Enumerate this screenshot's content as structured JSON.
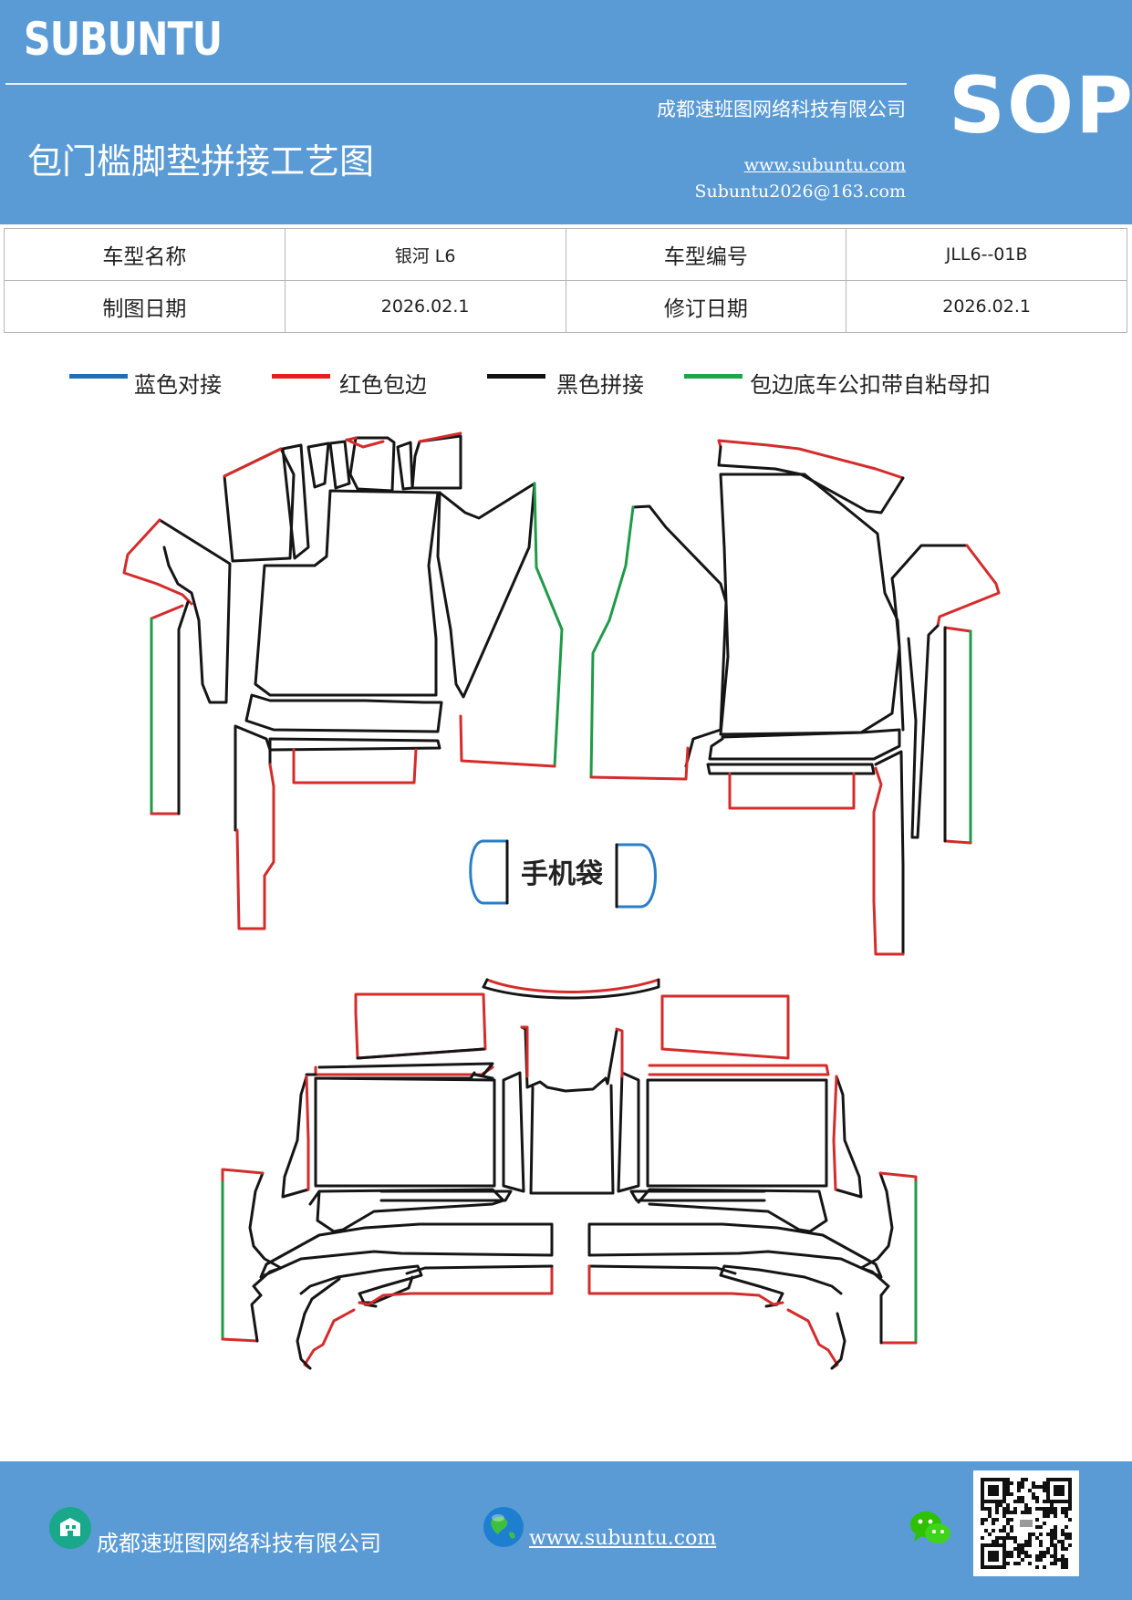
{
  "header": {
    "brand": "SUBUNTU",
    "sop_label": "SOP",
    "company": "成都速班图网络科技有限公司",
    "title": "包门槛脚垫拼接工艺图",
    "website": "www.subuntu.com",
    "email": "Subuntu2026@163.com"
  },
  "info_table": {
    "rows": [
      {
        "label1": "车型名称",
        "value1": "银河 L6",
        "label2": "车型编号",
        "value2": "JLL6--01B"
      },
      {
        "label1": "制图日期",
        "value1": "2026.02.1",
        "label2": "修订日期",
        "value2": "2026.02.1"
      }
    ]
  },
  "legend": [
    {
      "label": "蓝色对接",
      "color": "#1f6fb8"
    },
    {
      "label": "红色包边",
      "color": "#e41f1f"
    },
    {
      "label": "黑色拼接",
      "color": "#111111"
    },
    {
      "label": "包边底车公扣带自粘母扣",
      "color": "#1aa64a"
    }
  ],
  "drawing": {
    "phone_pocket_label": "手机袋",
    "colors": {
      "black": "#151515",
      "red": "#d52b2b",
      "green": "#1f9a48",
      "blue": "#2a7ec8"
    }
  },
  "footer": {
    "company": "成都速班图网络科技有限公司",
    "website": "www.subuntu.com",
    "building_icon": "building-icon",
    "globe_icon": "globe-icon",
    "wechat_icon": "wechat-icon"
  }
}
